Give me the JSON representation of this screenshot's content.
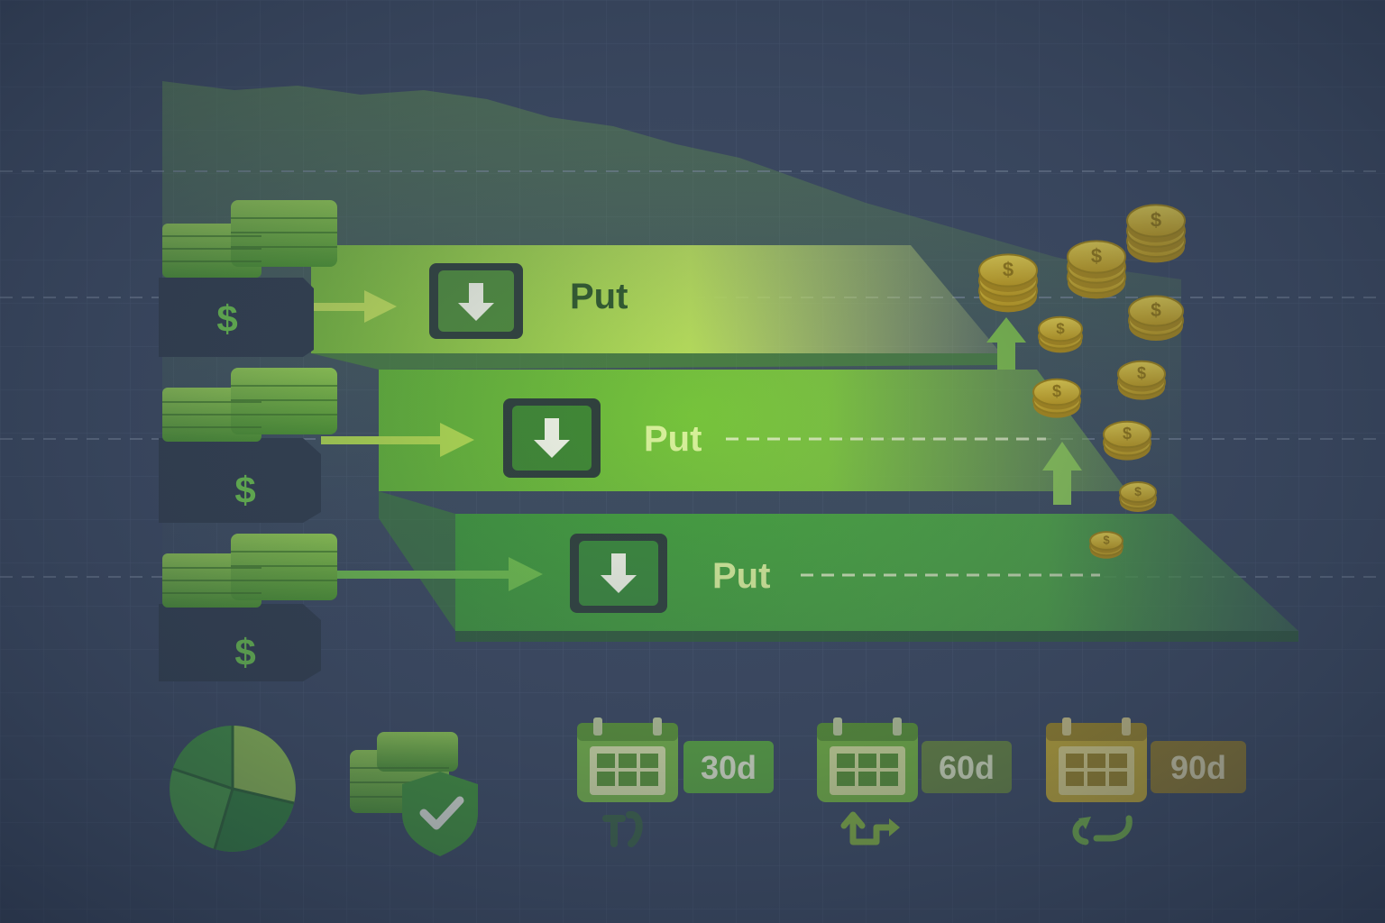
{
  "colors": {
    "background": "#3a4760",
    "green_light": "#8ed14a",
    "green_mid": "#5fb83a",
    "green_dark": "#3a8f3a",
    "gold": "#e3c02a",
    "text_dark": "#2f5a2a",
    "text_light": "#d9f29a"
  },
  "lanes": [
    {
      "label": "Put",
      "icon": "down-arrow-icon"
    },
    {
      "label": "Put",
      "icon": "down-arrow-icon"
    },
    {
      "label": "Put",
      "icon": "down-arrow-icon"
    }
  ],
  "expiries": [
    {
      "label": "30d",
      "icon": "calendar-icon",
      "color": "#7cc142"
    },
    {
      "label": "60d",
      "icon": "calendar-icon",
      "color": "#8cbf3a"
    },
    {
      "label": "90d",
      "icon": "calendar-icon",
      "color": "#d4b52a"
    }
  ],
  "icons": {
    "cash_stack": "cash-stack-icon",
    "dollar_base": "dollar-icon",
    "pie": "pie-chart-icon",
    "shield": "shield-check-icon",
    "coins": "coin-icon",
    "up_arrow": "up-arrow-icon"
  }
}
